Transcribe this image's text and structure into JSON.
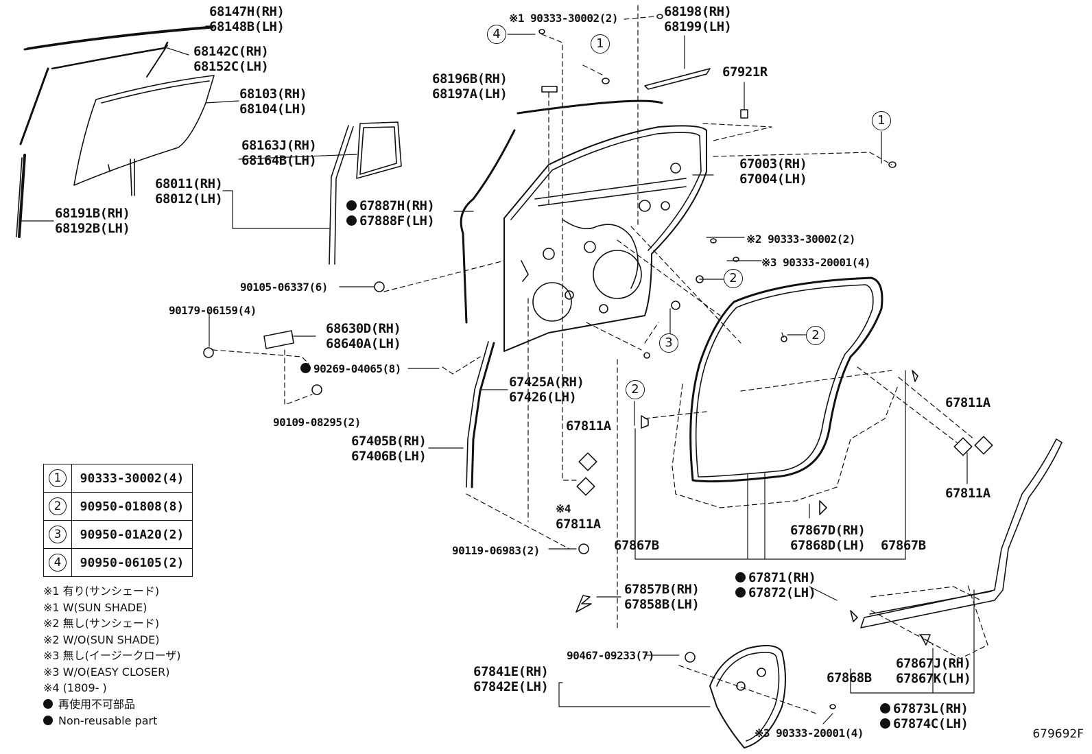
{
  "figure_id": "679692F",
  "labels": {
    "l68147": [
      "68147H(RH)",
      "68148B(LH)"
    ],
    "l68142": [
      "68142C(RH)",
      "68152C(LH)"
    ],
    "l68103": [
      "68103(RH)",
      "68104(LH)"
    ],
    "l68163": [
      "68163J(RH)",
      "68164B(LH)"
    ],
    "l68011": [
      "68011(RH)",
      "68012(LH)"
    ],
    "l68191": [
      "68191B(RH)",
      "68192B(LH)"
    ],
    "l67887": [
      "67887H(RH)",
      "67888F(LH)"
    ],
    "l90105": [
      "90105-06337(6)"
    ],
    "l90179": [
      "90179-06159(4)"
    ],
    "l68630": [
      "68630D(RH)",
      "68640A(LH)"
    ],
    "l90269": [
      "90269-04065(8)"
    ],
    "l90109": [
      "90109-08295(2)"
    ],
    "l67425": [
      "67425A(RH)",
      "67426(LH)"
    ],
    "l67405": [
      "67405B(RH)",
      "67406B(LH)"
    ],
    "l67811_mid": [
      "67811A"
    ],
    "l67811_s4": [
      "※4",
      "67811A"
    ],
    "l90119": [
      "90119-06983(2)"
    ],
    "l90333_top": [
      "※1 90333-30002(2)"
    ],
    "l68196": [
      "68196B(RH)",
      "68197A(LH)"
    ],
    "l68198": [
      "68198(RH)",
      "68199(LH)"
    ],
    "l67921": [
      "67921R"
    ],
    "l67003": [
      "67003(RH)",
      "67004(LH)"
    ],
    "l90333_2": [
      "※2 90333-30002(2)"
    ],
    "l90333_3": [
      "※3 90333-20001(4)"
    ],
    "l67811_r1": [
      "67811A"
    ],
    "l67811_r2": [
      "67811A"
    ],
    "l67867B_l": [
      "67867B"
    ],
    "l67867D": [
      "67867D(RH)",
      "67868D(LH)"
    ],
    "l67867B_r": [
      "67867B"
    ],
    "l67871": [
      "67871(RH)",
      "67872(LH)"
    ],
    "l67857": [
      "67857B(RH)",
      "67858B(LH)"
    ],
    "l90467": [
      "90467-09233(7)"
    ],
    "l67841": [
      "67841E(RH)",
      "67842E(LH)"
    ],
    "l90333_b": [
      "※3 90333-20001(4)"
    ],
    "l67868B": [
      "67868B"
    ],
    "l67867J": [
      "67867J(RH)",
      "67867K(LH)"
    ],
    "l67873": [
      "67873L(RH)",
      "67874C(LH)"
    ]
  },
  "callouts": {
    "n1": "1",
    "n2": "2",
    "n3": "3",
    "n4": "4"
  },
  "legend": [
    {
      "num": "1",
      "part": "90333-30002(4)"
    },
    {
      "num": "2",
      "part": "90950-01808(8)"
    },
    {
      "num": "3",
      "part": "90950-01A20(2)"
    },
    {
      "num": "4",
      "part": "90950-06105(2)"
    }
  ],
  "notes": [
    "※1 有り(サンシェード)",
    "※1 W(SUN SHADE)",
    "※2 無し(サンシェード)",
    "※2 W/O(SUN SHADE)",
    "※3 無し(イージークローザ)",
    "※3 W/O(EASY CLOSER)",
    "※4 (1809-        )",
    "再使用不可部品",
    "Non-reusable part"
  ]
}
